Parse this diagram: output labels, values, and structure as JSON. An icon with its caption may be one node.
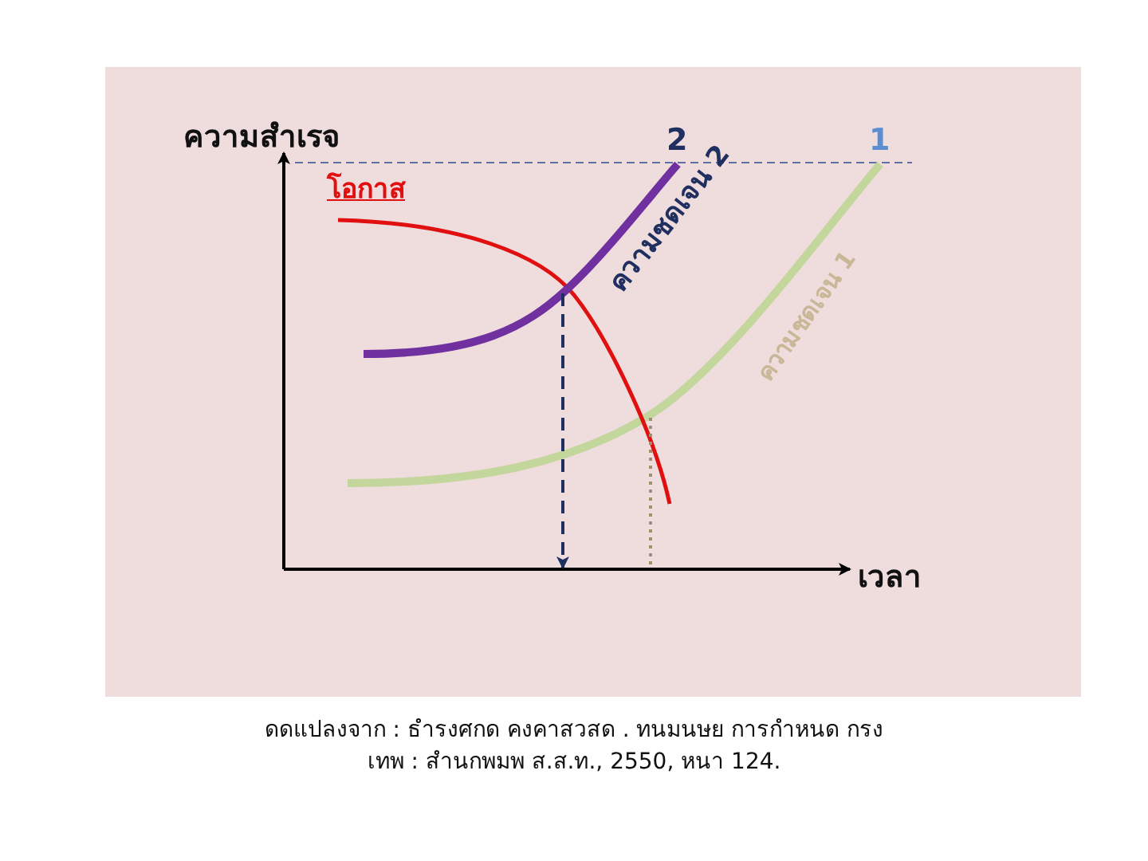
{
  "diagram": {
    "caption": "ดดแปลงจาก : ธำรงศกด คงคาสวสด . ทนมนษย การกำหนด กรงเทพ : สำนกพมพ ส.ส.ท., 2550, หนา 124.",
    "labels": [
      "ความสำเรจ",
      "2",
      "ความชดเจน 2",
      "1",
      "โอกาส",
      "ความชดเจน 1",
      "เวลา"
    ]
  }
}
